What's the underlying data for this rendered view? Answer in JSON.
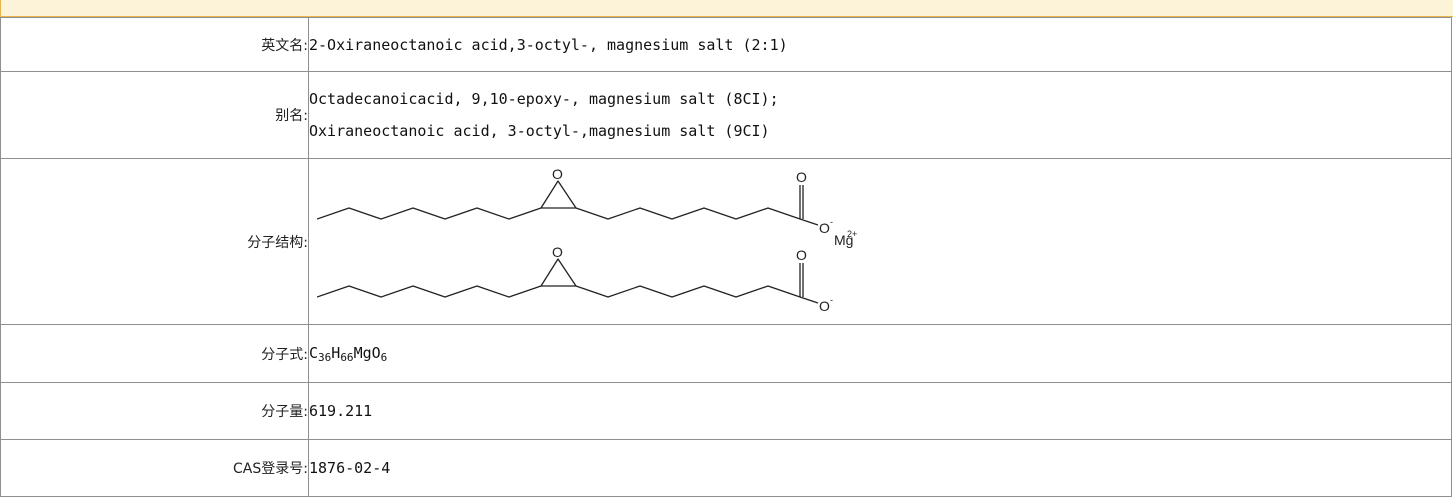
{
  "rows": {
    "english_name": {
      "label": "英文名:",
      "value": "2-Oxiraneoctanoic acid,3-octyl-, magnesium salt (2:1)"
    },
    "synonyms": {
      "label": "别名:",
      "values": [
        "Octadecanoicacid, 9,10-epoxy-, magnesium salt (8CI);",
        "Oxiraneoctanoic acid, 3-octyl-,magnesium salt (9CI)"
      ]
    },
    "structure": {
      "label": "分子结构:",
      "atoms": {
        "oxygen": "O",
        "carboxyl_oxygen": "O",
        "anion_oxygen": "O",
        "anion_charge": "-",
        "cation": "Mg",
        "cation_charge": "2+"
      }
    },
    "formula": {
      "label": "分子式:",
      "parts": [
        {
          "t": "C",
          "n": "36"
        },
        {
          "t": "H",
          "n": "66"
        },
        {
          "t": "MgO",
          "n": "6"
        }
      ]
    },
    "weight": {
      "label": "分子量:",
      "value": "619.211"
    },
    "cas": {
      "label": "CAS登录号:",
      "value": "1876-02-4"
    }
  },
  "colors": {
    "header_bg": "#fdf3d8",
    "header_border": "#e7b54d",
    "grid": "#8f8f8f"
  }
}
